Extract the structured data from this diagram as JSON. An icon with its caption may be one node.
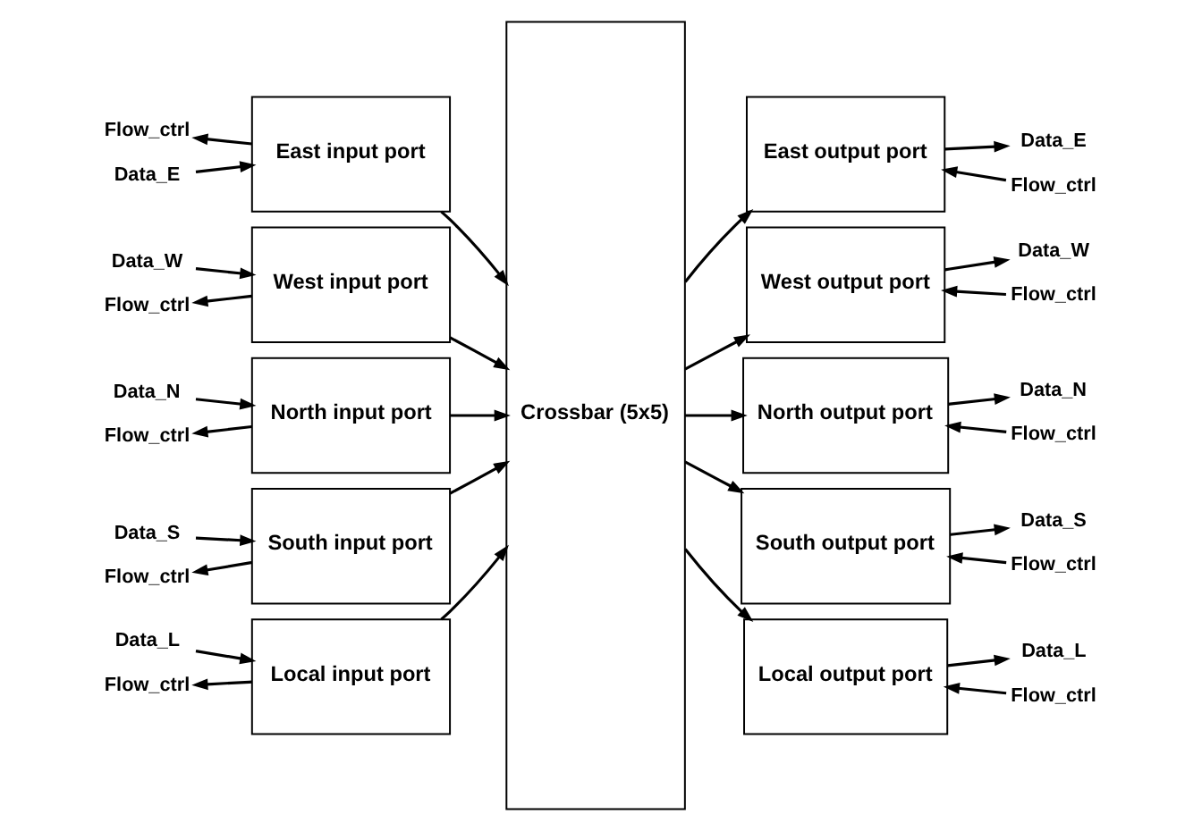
{
  "diagram": {
    "nodes": [
      {
        "text": [
          "Flow_ctrl"
        ]
      },
      {
        "text": [
          "Data_E"
        ]
      },
      {
        "text": [
          "East input port"
        ]
      },
      {
        "text": [
          "Crossbar (5x5)"
        ]
      },
      {
        "text": [
          "East output port"
        ]
      },
      {
        "text": [
          "Flow_ctrl"
        ]
      },
      {
        "text": [
          "Data_E"
        ]
      },
      {
        "text": [
          "Flow_ctrl"
        ]
      },
      {
        "text": [
          "Data_W"
        ]
      },
      {
        "text": [
          "West input port"
        ]
      },
      {
        "text": [
          "West output port"
        ]
      },
      {
        "text": [
          "Flow_ctrl"
        ]
      },
      {
        "text": [
          "Data_W"
        ]
      },
      {
        "text": [
          "Flow_ctrl"
        ]
      },
      {
        "text": [
          "Data_N"
        ]
      },
      {
        "text": [
          "North input port"
        ]
      },
      {
        "text": [
          "North output port"
        ]
      },
      {
        "text": [
          "Flow_ctrl"
        ]
      },
      {
        "text": [
          "Data_N"
        ]
      },
      {
        "text": [
          "Flow_ctrl"
        ]
      },
      {
        "text": [
          "Data_S"
        ]
      },
      {
        "text": [
          "South input port"
        ]
      },
      {
        "text": [
          "South output port"
        ]
      },
      {
        "text": [
          "Flow_ctrl"
        ]
      },
      {
        "text": [
          "Data_S"
        ]
      },
      {
        "text": [
          "Flow_ctrl"
        ]
      },
      {
        "text": [
          "Data_L"
        ]
      },
      {
        "text": [
          "Local input port"
        ]
      },
      {
        "text": [
          "Local output port"
        ]
      },
      {
        "text": [
          "Flow_ctrl"
        ]
      },
      {
        "text": [
          "Data_L"
        ]
      }
    ],
    "edges": [
      {
        "from": 2,
        "to": 0,
        "arrow": "to"
      },
      {
        "from": 1,
        "to": 2,
        "arrow": "to"
      },
      {
        "from": 2,
        "to": 3,
        "arrow": "to"
      },
      {
        "from": 3,
        "to": 4,
        "arrow": "to"
      },
      {
        "from": 5,
        "to": 4,
        "arrow": "to"
      },
      {
        "from": 4,
        "to": 6,
        "arrow": "to"
      },
      {
        "from": 9,
        "to": 7,
        "arrow": "to"
      },
      {
        "from": 8,
        "to": 9,
        "arrow": "to"
      },
      {
        "from": 9,
        "to": 3,
        "arrow": "to"
      },
      {
        "from": 3,
        "to": 10,
        "arrow": "to"
      },
      {
        "from": 11,
        "to": 10,
        "arrow": "to"
      },
      {
        "from": 10,
        "to": 12,
        "arrow": "to"
      },
      {
        "from": 15,
        "to": 13,
        "arrow": "to"
      },
      {
        "from": 14,
        "to": 15,
        "arrow": "to"
      },
      {
        "from": 15,
        "to": 3,
        "arrow": "to"
      },
      {
        "from": 3,
        "to": 16,
        "arrow": "to"
      },
      {
        "from": 17,
        "to": 16,
        "arrow": "to"
      },
      {
        "from": 16,
        "to": 18,
        "arrow": "to"
      },
      {
        "from": 21,
        "to": 19,
        "arrow": "to"
      },
      {
        "from": 20,
        "to": 21,
        "arrow": "to"
      },
      {
        "from": 21,
        "to": 3,
        "arrow": "to"
      },
      {
        "from": 3,
        "to": 22,
        "arrow": "to"
      },
      {
        "from": 23,
        "to": 22,
        "arrow": "to"
      },
      {
        "from": 22,
        "to": 24,
        "arrow": "to"
      },
      {
        "from": 27,
        "to": 25,
        "arrow": "to"
      },
      {
        "from": 26,
        "to": 27,
        "arrow": "to"
      },
      {
        "from": 27,
        "to": 3,
        "arrow": "to"
      },
      {
        "from": 3,
        "to": 28,
        "arrow": "to"
      },
      {
        "from": 29,
        "to": 28,
        "arrow": "to"
      },
      {
        "from": 28,
        "to": 30,
        "arrow": "to"
      }
    ]
  }
}
